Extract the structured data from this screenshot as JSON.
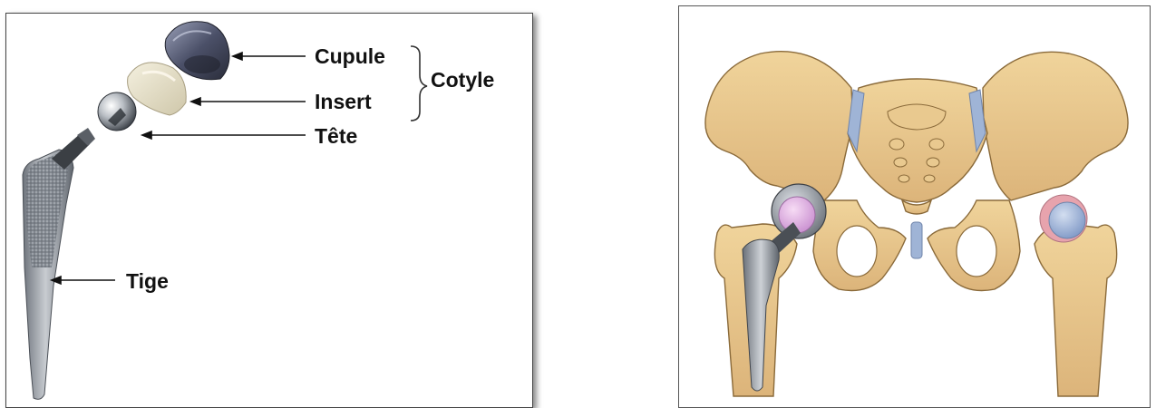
{
  "prosthesis_diagram": {
    "labels": {
      "cupule": "Cupule",
      "insert": "Insert",
      "tete": "Tête",
      "tige": "Tige",
      "cotyle": "Cotyle"
    }
  },
  "pelvis_illustration": {},
  "colors": {
    "bone": "#e6c48a",
    "bone_outline": "#8a6a3a",
    "cartilage": "#9fb4d6",
    "metal": "#8e959e",
    "insert_pink": "#e8b8e6",
    "shell_pink": "#e7a3ad",
    "text": "#111111"
  }
}
